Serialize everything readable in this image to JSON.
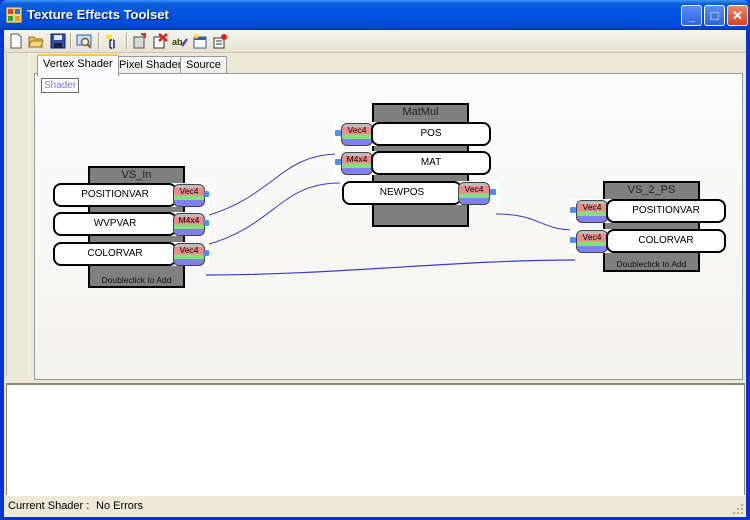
{
  "window": {
    "title": "Texture Effects Toolset",
    "controls": {
      "minimize": "_",
      "maximize": "□",
      "close": "✕"
    }
  },
  "toolbar": {
    "buttons": [
      {
        "name": "new-file-icon"
      },
      {
        "name": "open-folder-icon"
      },
      {
        "name": "save-icon"
      },
      {
        "name": "preview-icon"
      },
      {
        "name": "new-variable-icon"
      },
      {
        "name": "add-node-icon"
      },
      {
        "name": "delete-node-icon"
      },
      {
        "name": "rename-icon"
      },
      {
        "name": "properties-icon"
      },
      {
        "name": "add-output-icon"
      }
    ]
  },
  "tabs": [
    {
      "label": "Vertex Shader",
      "active": true
    },
    {
      "label": "Pixel Shader",
      "active": false
    },
    {
      "label": "Source",
      "active": false
    }
  ],
  "canvas": {
    "group_label": "Shader",
    "nodes": [
      {
        "id": "vs_in",
        "title": "VS_In",
        "footer": "Doubleclick to Add",
        "outputs": [
          {
            "label": "POSITIONVAR",
            "type": "Vec4"
          },
          {
            "label": "WVPVAR",
            "type": "M4x4"
          },
          {
            "label": "COLORVAR",
            "type": "Vec4"
          }
        ]
      },
      {
        "id": "matmul",
        "title": "MatMul",
        "inputs": [
          {
            "label": "POS",
            "type": "Vec4"
          },
          {
            "label": "MAT",
            "type": "M4x4"
          }
        ],
        "outputs": [
          {
            "label": "NEWPOS",
            "type": "Vec4"
          }
        ]
      },
      {
        "id": "vs_2_ps",
        "title": "VS_2_PS",
        "footer": "Doubleclick to Add",
        "inputs": [
          {
            "label": "POSITIONVAR",
            "type": "Vec4"
          },
          {
            "label": "COLORVAR",
            "type": "Vec4"
          }
        ]
      }
    ],
    "connections": [
      {
        "from": "VS_In.POSITIONVAR",
        "to": "MatMul.POS"
      },
      {
        "from": "VS_In.WVPVAR",
        "to": "MatMul.MAT"
      },
      {
        "from": "MatMul.NEWPOS",
        "to": "VS_2_PS.POSITIONVAR"
      },
      {
        "from": "VS_In.COLORVAR",
        "to": "VS_2_PS.COLORVAR"
      }
    ],
    "wire_color": "#3a3ad0"
  },
  "output_pane": {
    "text": ""
  },
  "statusbar": {
    "label": "Current Shader :",
    "value": "No Errors"
  }
}
